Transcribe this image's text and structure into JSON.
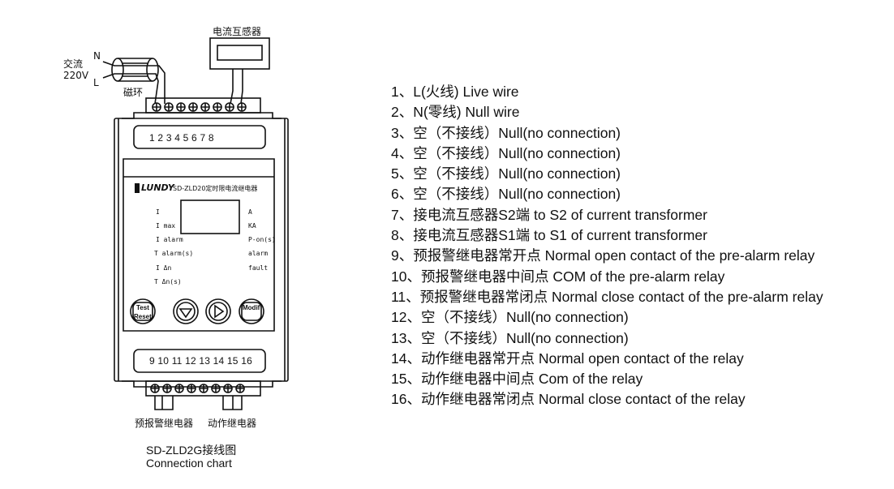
{
  "diagram": {
    "ct_label": "电流互感器",
    "power_label_line1": "交流",
    "power_label_line2": "220V",
    "n_label": "N",
    "l_label": "L",
    "core_label": "磁环",
    "top_terminal_numbers": "1  2  3  4  5  6  7  8",
    "bottom_terminal_numbers": "9  10 11 12 13 14 15 16",
    "brand": "LUNDY",
    "model_title": "SD-ZLD20定时限电流继电器",
    "panel_left": [
      "I",
      "I max",
      "I alarm",
      "T alarm(s)",
      "I Δn",
      "T Δn(s)"
    ],
    "panel_right": [
      "A",
      "KA",
      "P-on(s)",
      "alarm",
      "fault"
    ],
    "button_test": "Test",
    "button_reset": "Reset",
    "button_modif": "Modif",
    "prealarm_label": "预报警继电器",
    "action_label": "动作继电器",
    "caption_line1": "SD-ZLD2G接线图",
    "caption_line2": "Connection chart"
  },
  "legend": [
    "1、L(火线)  Live wire",
    "2、N(零线) Null wire",
    "3、空（不接线）Null(no connection)",
    "4、空（不接线）Null(no connection)",
    "5、空（不接线）Null(no connection)",
    "6、空（不接线）Null(no connection)",
    "7、接电流互感器S2端  to S2 of current transformer",
    "8、接电流互感器S1端  to S1 of current transformer",
    "9、预报警继电器常开点 Normal open contact of the pre-alarm relay",
    "10、预报警继电器中间点 COM of the pre-alarm relay",
    "11、预报警继电器常闭点 Normal close contact of the pre-alarm relay",
    "12、空（不接线）Null(no connection)",
    "13、空（不接线）Null(no connection)",
    "14、动作继电器常开点 Normal open contact of the relay",
    "15、动作继电器中间点 Com of the relay",
    "16、动作继电器常闭点 Normal close contact of the relay"
  ]
}
